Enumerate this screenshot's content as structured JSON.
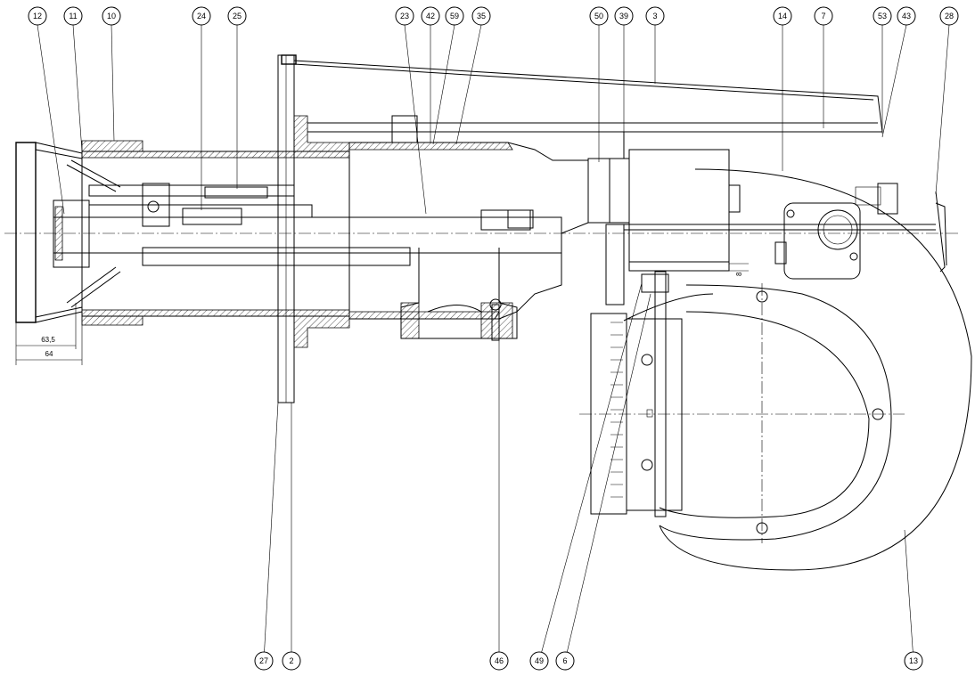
{
  "balloons": {
    "b12": "12",
    "b11": "11",
    "b10": "10",
    "b24": "24",
    "b25": "25",
    "b23": "23",
    "b42": "42",
    "b59": "59",
    "b35": "35",
    "b50": "50",
    "b39": "39",
    "b3": "3",
    "b14": "14",
    "b7": "7",
    "b53": "53",
    "b43": "43",
    "b28": "28",
    "b27": "27",
    "b2": "2",
    "b46": "46",
    "b49": "49",
    "b6": "6",
    "b13": "13"
  },
  "dimensions": {
    "d1": "63,5",
    "d2": "64",
    "d3": "8"
  }
}
